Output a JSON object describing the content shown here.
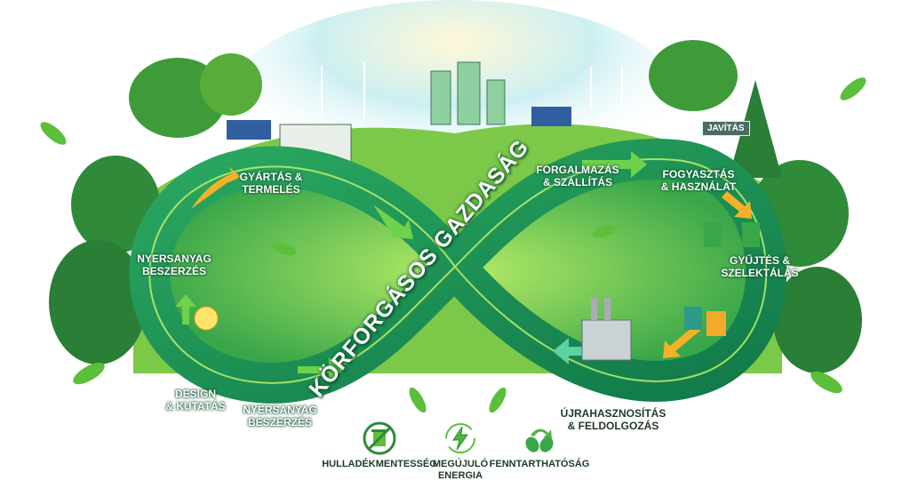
{
  "title": "KÖRFORGÁSOS GAZDASÁG",
  "stages": {
    "manufacturing": {
      "line1": "GYÁRTÁS &",
      "line2": "TERMELÉS"
    },
    "raw_material_top": {
      "line1": "NYERSANYAG",
      "line2": "BESZERZÉS"
    },
    "design": {
      "line1": "DESIGN",
      "line2": "& KUTATÁS"
    },
    "raw_material_bottom": {
      "line1": "NYERSANYAG",
      "line2": "BESZERZÉS"
    },
    "distribution": {
      "line1": "FORGALMAZÁS",
      "line2": "& SZÁLLÍTÁS"
    },
    "consumption": {
      "line1": "FOGYASZTÁS",
      "line2": "& HASZNÁLAT"
    },
    "repair": "JAVÍTÁS",
    "collection": {
      "line1": "GYŰJTÉS &",
      "line2": "SZELEKTÁLÁS"
    },
    "recycling": {
      "line1": "ÚJRAHASZNOSÍTÁS",
      "line2": "& FELDOLGOZÁS"
    }
  },
  "principles": [
    {
      "icon": "no-trash-icon",
      "line1": "HULLADÉKMENTESSÉG"
    },
    {
      "icon": "renewable-energy-icon",
      "line1": "MEGÚJULÓ",
      "line2": "ENERGIA"
    },
    {
      "icon": "recycle-leaves-icon",
      "line1": "FENNTARTHATÓSÁG"
    }
  ],
  "colors": {
    "loop": "#1f9a5a",
    "light": "#8fd94a",
    "arrow": "#f5b12a",
    "text_dark": "#1d3a25"
  }
}
